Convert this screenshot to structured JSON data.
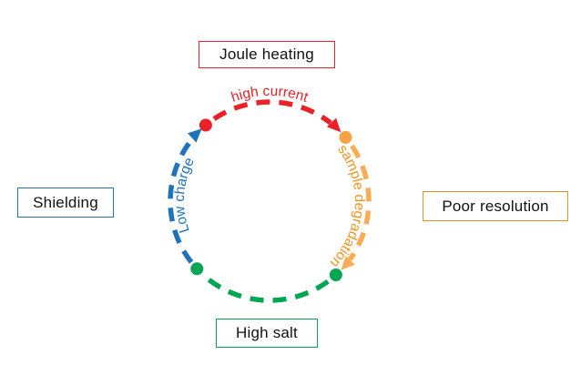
{
  "colors": {
    "red": "#EA2127",
    "orange": "#F0931F",
    "orange-light": "#F7AC55",
    "orange-dot": "#F5A245",
    "green": "#00A651",
    "blue": "#2173B9",
    "text": "#111111",
    "bg": "#FFFFFF"
  },
  "nodes": {
    "joule_heating": {
      "label": "Joule heating"
    },
    "poor_resolution": {
      "label": "Poor resolution"
    },
    "high_salt": {
      "label": "High salt"
    },
    "shielding": {
      "label": "Shielding"
    }
  },
  "edges": {
    "high_current": {
      "label": "high current"
    },
    "sample_degradation": {
      "label": "sample degradation"
    },
    "low_charge": {
      "label": "Low charge"
    }
  }
}
